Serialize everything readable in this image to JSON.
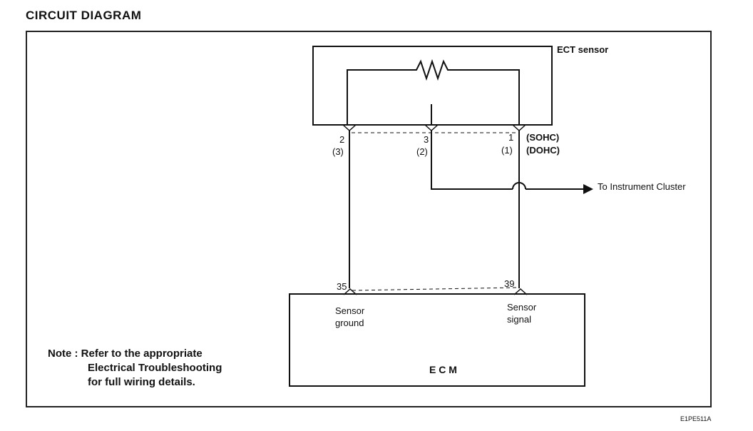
{
  "title": "CIRCUIT DIAGRAM",
  "ect_sensor": {
    "label": "ECT sensor"
  },
  "pins": {
    "ground_sohc": "2",
    "ground_dohc": "(3)",
    "mid_sohc": "3",
    "mid_dohc": "(2)",
    "signal_sohc": "1",
    "signal_dohc": "(1)"
  },
  "engine_variants": {
    "sohc": "(SOHC)",
    "dohc": "(DOHC)"
  },
  "instrument_cluster_label": "To Instrument Cluster",
  "ecm": {
    "label": "E C M",
    "ground_pin": "35",
    "signal_pin": "39",
    "ground_label_1": "Sensor",
    "ground_label_2": "ground",
    "signal_label_1": "Sensor",
    "signal_label_2": "signal"
  },
  "note": {
    "line1": "Note : Refer to the appropriate",
    "line2": "Electrical Troubleshooting",
    "line3": "for full wiring details."
  },
  "figure_code": "E1PE511A"
}
